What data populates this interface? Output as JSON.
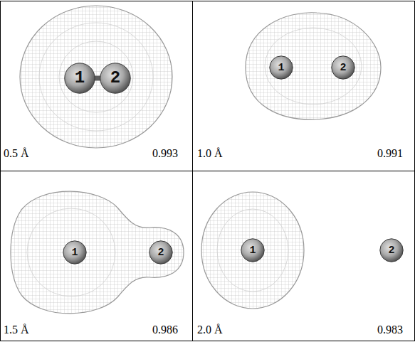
{
  "diagram": {
    "nodes": [
      {
        "text": [
          "1"
        ]
      },
      {
        "text": [
          "2"
        ]
      },
      {
        "text": [
          "1"
        ]
      },
      {
        "text": [
          "2"
        ]
      },
      {
        "text": [
          "1"
        ]
      },
      {
        "text": [
          "2"
        ]
      },
      {
        "text": [
          "1"
        ]
      },
      {
        "text": [
          "2"
        ]
      }
    ],
    "edges": [
      {
        "from": 0,
        "to": 1,
        "arrow": "none"
      }
    ],
    "labels": [
      "0.5 Å",
      "0.993",
      "1.0 Å",
      "0.991",
      "1.5 Å",
      "0.986",
      "2.0 Å",
      "0.983"
    ]
  }
}
